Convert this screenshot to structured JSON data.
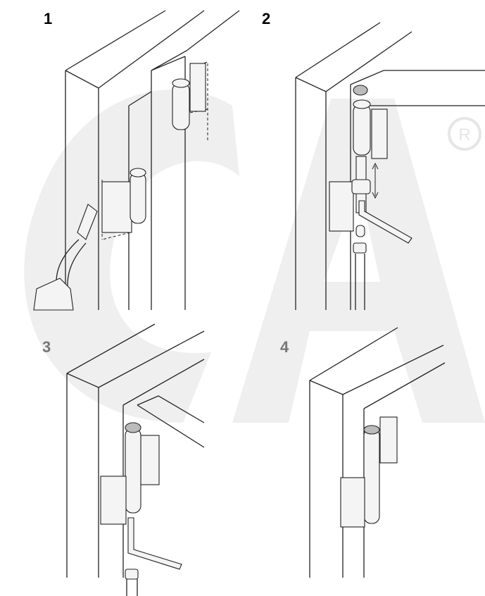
{
  "steps": [
    {
      "number": "1",
      "color": "#111111"
    },
    {
      "number": "2",
      "color": "#111111"
    },
    {
      "number": "3",
      "color": "#777777"
    },
    {
      "number": "4",
      "color": "#777777"
    }
  ],
  "watermark": {
    "logo_text": "CA",
    "registered_mark": "®",
    "color": "#ececec"
  }
}
